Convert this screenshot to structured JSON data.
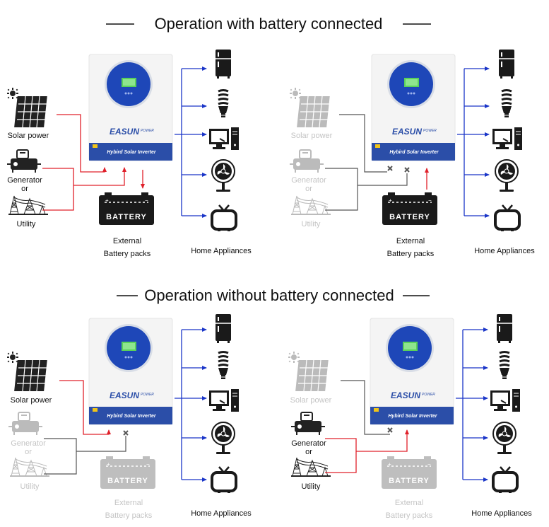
{
  "titles": {
    "with_battery": "Operation with battery connected",
    "without_battery": "Operation without battery connected"
  },
  "labels": {
    "solar": "Solar power",
    "generator": "Generator",
    "or": "or",
    "utility": "Utility",
    "external": "External",
    "battery_packs": "Battery packs",
    "home_appliances": "Home Appliances",
    "battery": "BATTERY",
    "brand": "EASUN",
    "brand_sub": "POWER",
    "inverter_name": "Hybird Solar Inverter"
  },
  "panels": [
    {
      "id": "with-battery-solar-grid",
      "solar_active": true,
      "grid_active": true,
      "battery_shown": true,
      "battery_active": true
    },
    {
      "id": "with-battery-discharging",
      "solar_active": false,
      "grid_active": false,
      "battery_shown": true,
      "battery_active": true
    },
    {
      "id": "without-battery-solar",
      "solar_active": true,
      "grid_active": false,
      "battery_shown": false,
      "battery_active": false
    },
    {
      "id": "without-battery-grid",
      "solar_active": false,
      "grid_active": true,
      "battery_shown": false,
      "battery_active": false
    }
  ],
  "colors": {
    "active_line": "#e0202a",
    "inactive_line": "#555555",
    "load_line": "#1a35c8",
    "dim": "#c8c8c8",
    "inverter_band": "#2b4ea8",
    "display_circle": "#1e47b8"
  },
  "appliance_icons": [
    "refrigerator-icon",
    "cfl-bulb-icon",
    "desktop-computer-icon",
    "fan-icon",
    "tv-icon"
  ]
}
